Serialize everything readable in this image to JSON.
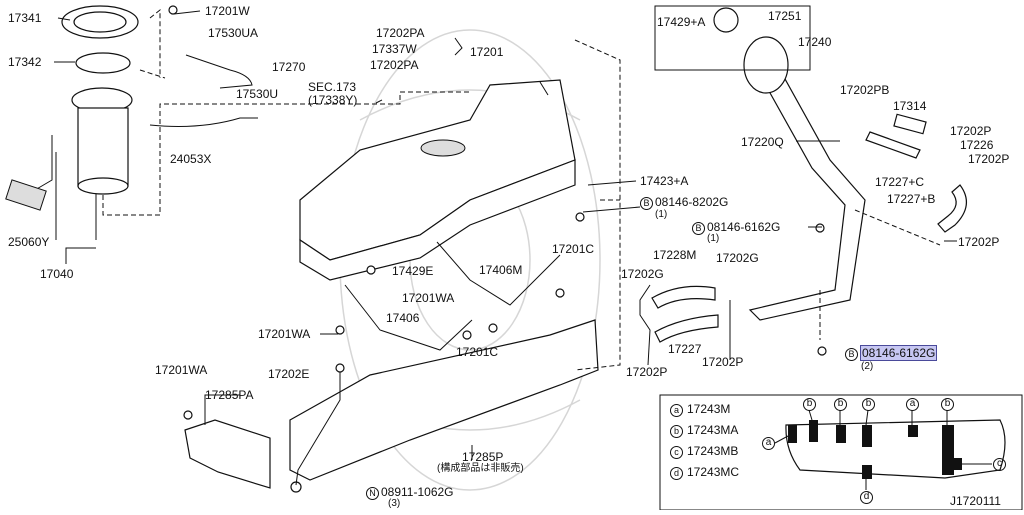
{
  "parts": {
    "p17341": "17341",
    "p17201W": "17201W",
    "p17530UA": "17530UA",
    "p17342": "17342",
    "p17270": "17270",
    "p17530U": "17530U",
    "p24053X": "24053X",
    "p25060Y": "25060Y",
    "p17040": "17040",
    "p17202PA_a": "17202PA",
    "p17337W": "17337W",
    "p17202PA_b": "17202PA",
    "sec173": "SEC.173",
    "sec173_ref": "(17338Y)",
    "p17201": "17201",
    "p17429A": "17429+A",
    "p17251": "17251",
    "p17240": "17240",
    "p17202PB": "17202PB",
    "p17314": "17314",
    "p17220Q": "17220Q",
    "p17202P_a": "17202P",
    "p17226": "17226",
    "p17202P_b": "17202P",
    "p17227C": "17227+C",
    "p17227B": "17227+B",
    "p17202P_c": "17202P",
    "p17423A": "17423+A",
    "b08146_8202G": "08146-8202G",
    "b08146_8202G_qty": "(1)",
    "b08146_6162G_a": "08146-6162G",
    "b08146_6162G_a_qty": "(1)",
    "p17228M": "17228M",
    "p17202G_a": "17202G",
    "p17202G_b": "17202G",
    "p17429E": "17429E",
    "p17406M": "17406M",
    "p17201C_a": "17201C",
    "p17201WA_a": "17201WA",
    "p17201WA_b": "17201WA",
    "p17406": "17406",
    "p17201C_b": "17201C",
    "p17227": "17227",
    "p17202P_d": "17202P",
    "p17202P_e": "17202P",
    "b08146_6162G_b": "08146-6162G",
    "b08146_6162G_b_qty": "(2)",
    "p17201WA_c": "17201WA",
    "p17202E": "17202E",
    "p17285PA": "17285PA",
    "p17285P": "17285P",
    "p17285P_note": "(構成部品は非販売)",
    "n08911_1062G": "08911-1062G",
    "n08911_1062G_qty": "(3)",
    "circle_b": "B",
    "circle_n": "N",
    "diagram_id": "J1720111"
  },
  "legend": {
    "items": [
      {
        "mark": "a",
        "part": "17243M"
      },
      {
        "mark": "b",
        "part": "17243MA"
      },
      {
        "mark": "c",
        "part": "17243MB"
      },
      {
        "mark": "d",
        "part": "17243MC"
      }
    ],
    "callouts": [
      "a",
      "b",
      "b",
      "b",
      "a",
      "b",
      "c",
      "d"
    ]
  }
}
